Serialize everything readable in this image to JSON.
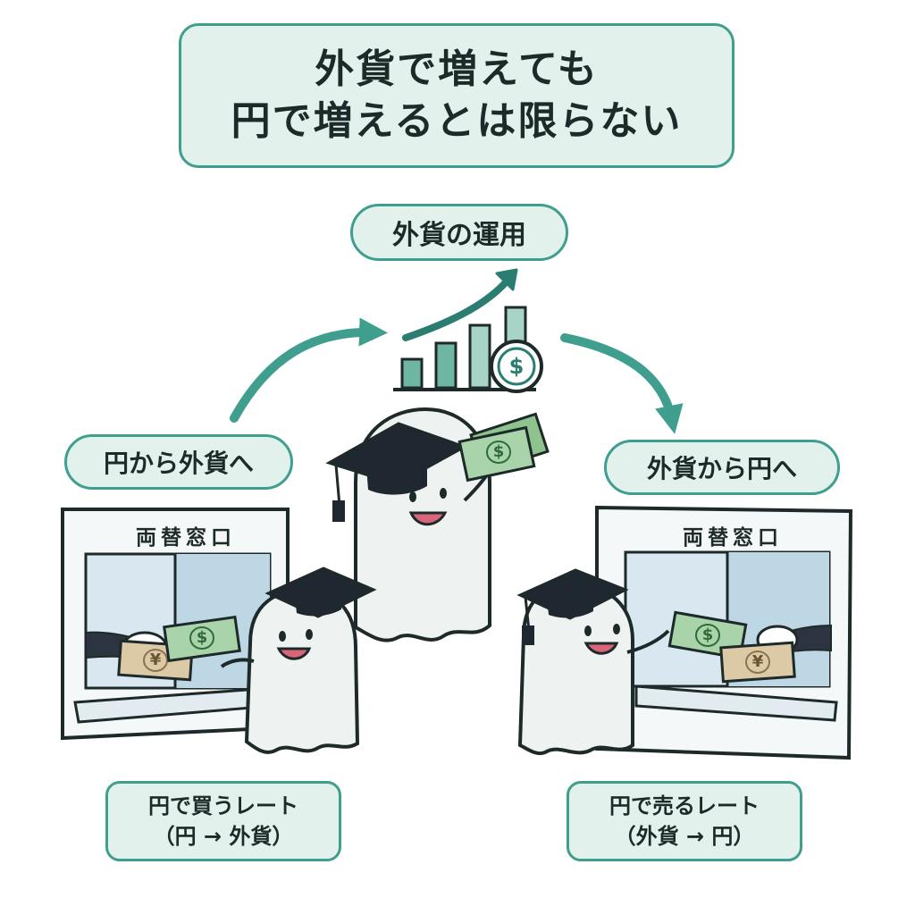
{
  "title": {
    "line1": "外貨で増えても",
    "line2": "円で増えるとは限らない"
  },
  "labels": {
    "investment": "外貨の運用",
    "yen_to_foreign": "円から外貨へ",
    "foreign_to_yen": "外貨から円へ"
  },
  "counter_sign": "両替窓口",
  "rates": {
    "buy_line1": "円で買うレート",
    "buy_line2": "（円 → 外貨）",
    "sell_line1": "円で売るレート",
    "sell_line2": "（外貨 → 円）"
  },
  "glyphs": {
    "dollar": "$",
    "yen": "¥"
  },
  "colors": {
    "accent": "#3f9e8e",
    "accent_dark": "#2a7d70",
    "pill_fill": "#e3f1ec",
    "dollar_bill": "#a9d3a8",
    "yen_bill": "#dcc9a6",
    "ghost": "#eef2f1"
  }
}
